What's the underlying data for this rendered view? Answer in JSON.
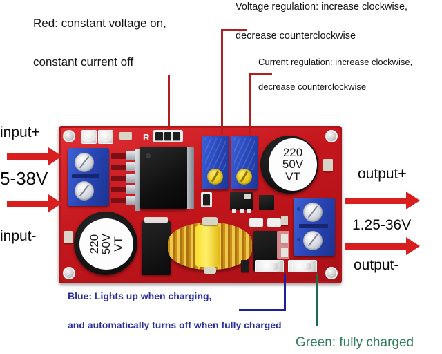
{
  "annotations": {
    "red_led_note": {
      "line1": "Red: constant voltage on,",
      "line2": "constant current off"
    },
    "voltage_pot_note": {
      "line1": "Voltage regulation: increase clockwise,",
      "line2": "decrease counterclockwise"
    },
    "current_pot_note": {
      "line1": "Current regulation: increase clockwise,",
      "line2": "decrease counterclockwise"
    },
    "blue_led_note": {
      "line1": "Blue: Lights up when charging,",
      "line2": "and automatically turns off when fully charged"
    },
    "green_led_note": {
      "line1": "Green: fully charged"
    }
  },
  "io_labels": {
    "input_positive": "input+",
    "input_range": "5-38V",
    "input_negative": "input-",
    "output_positive": "output+",
    "output_range": "1.25-36V",
    "output_negative": "output-"
  },
  "board": {
    "silkscreen_r": "R",
    "cap_right": {
      "line1": "220",
      "line2": "50V",
      "line3": "VT"
    },
    "cap_left": {
      "line1": "220",
      "line2": "50V",
      "line3": "VT"
    }
  },
  "colors": {
    "pcb_red": "#cf1b20",
    "annotation_red": "#b01f1f",
    "arrow_red": "#d81e1e",
    "blue_text": "#2a2f9c",
    "green_text": "#2e7d5b",
    "terminal_blue": "#2a47b8",
    "pot_yellow": "#e8c91c",
    "inductor_yellow": "#f5d321",
    "text_black": "#141414"
  }
}
